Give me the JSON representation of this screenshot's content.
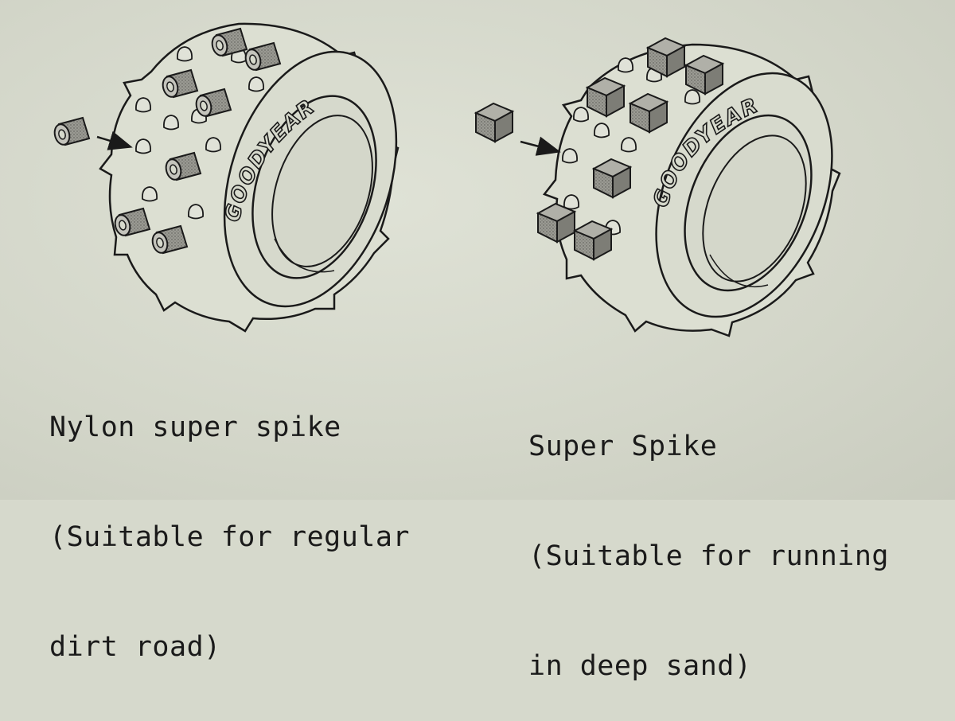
{
  "figures": [
    {
      "brand": "GOODYEAR",
      "caption_lines": [
        "Nylon super spike",
        "(Suitable for regular",
        "dirt road)"
      ],
      "spike_type": "cylinder"
    },
    {
      "brand": "GOODYEAR",
      "caption_lines": [
        "Super Spike",
        "(Suitable for running",
        "in deep sand)"
      ],
      "spike_type": "cube"
    }
  ],
  "colors": {
    "paper": "#d6d9cc",
    "ink": "#1a1a1a",
    "spike_fill": "#8c8c86"
  }
}
